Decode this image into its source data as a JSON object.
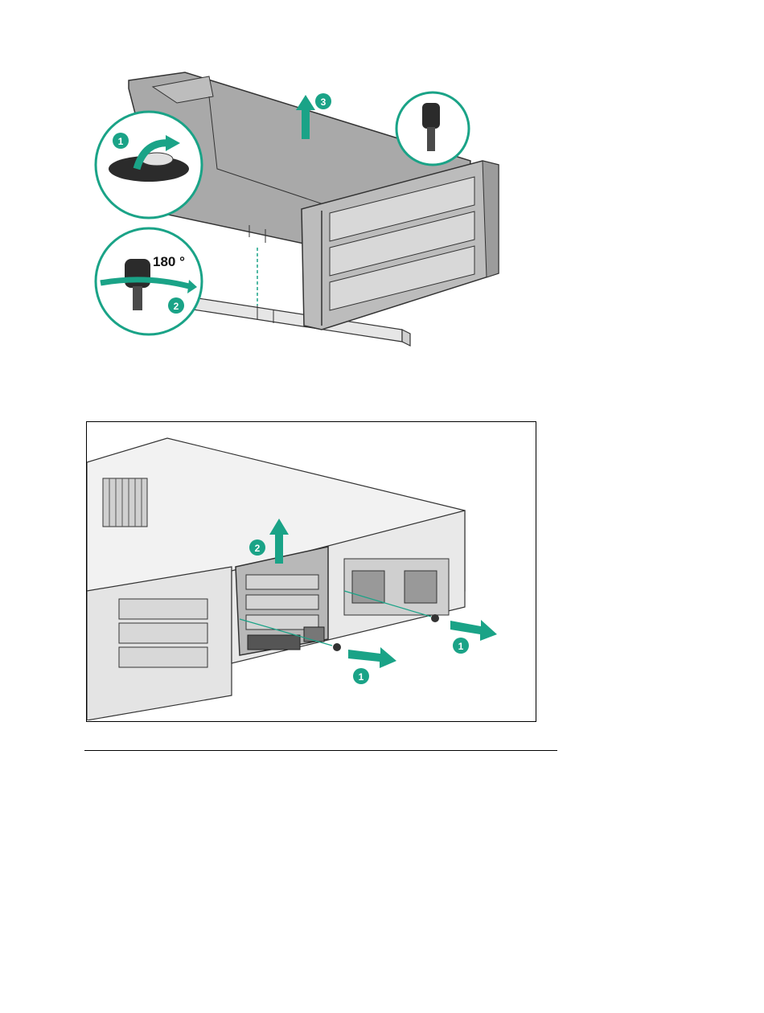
{
  "figure1": {
    "callouts": [
      "1",
      "2",
      "3"
    ],
    "rotation_label": "180 °",
    "accent_color": "#1aa387",
    "icons": [
      "thumbscrew-lock-icon",
      "rotate-arrow-icon",
      "lift-arrow-icon"
    ]
  },
  "figure2": {
    "callouts": [
      "2",
      "1",
      "1"
    ],
    "accent_color": "#1aa387",
    "icons": [
      "lift-arrow-icon",
      "remove-screw-arrow-icon"
    ]
  }
}
